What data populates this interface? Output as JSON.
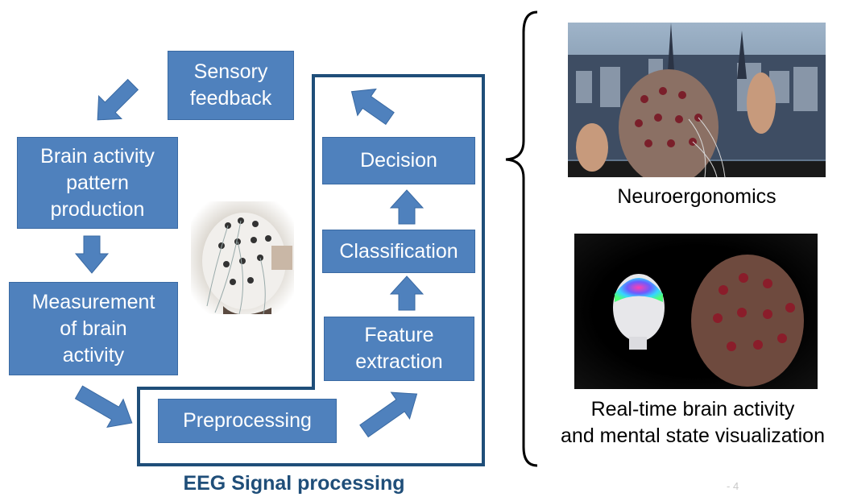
{
  "flow": {
    "sensory_feedback": "Sensory\nfeedback",
    "brain_activity": "Brain activity\npattern\nproduction",
    "measurement": "Measurement\nof brain\nactivity",
    "preprocessing": "Preprocessing",
    "feature_extraction": "Feature\nextraction",
    "classification": "Classification",
    "decision": "Decision"
  },
  "signal_processing_label": "EEG Signal processing",
  "applications": {
    "neuroergonomics": "Neuroergonomics",
    "visualization": "Real-time brain activity\nand mental state visualization"
  },
  "page_number": "- 4",
  "colors": {
    "box_fill": "#4f81bd",
    "frame": "#1f4e79",
    "title": "#1f4e79"
  }
}
